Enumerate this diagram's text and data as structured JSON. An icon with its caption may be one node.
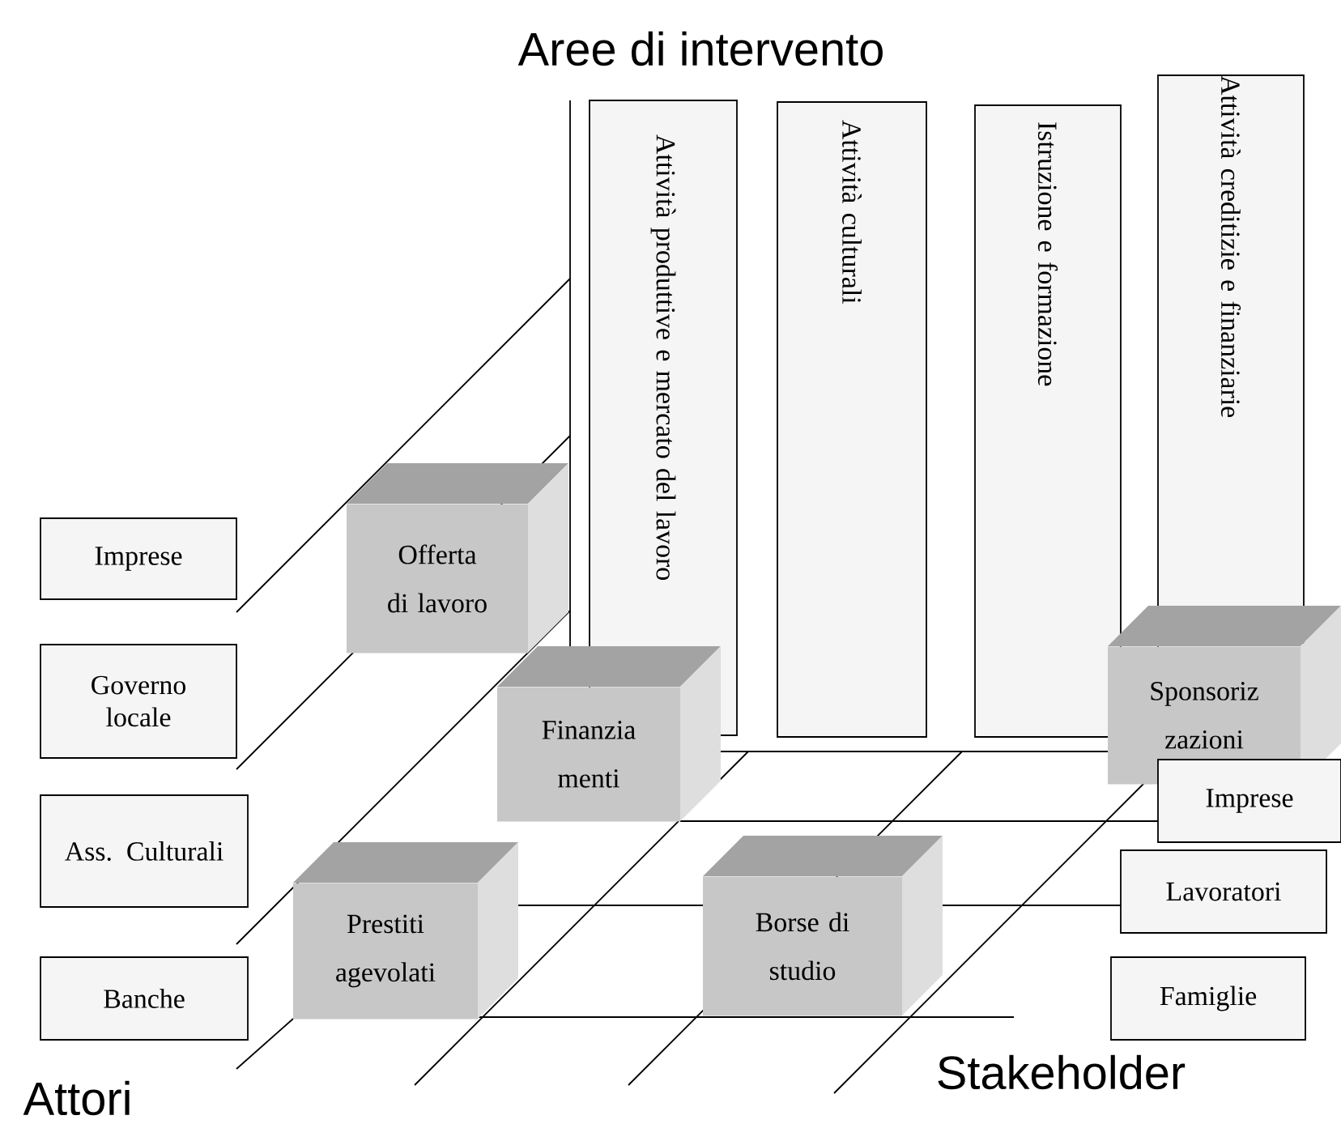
{
  "diagram": {
    "title": "Aree di intervento",
    "nodes": [
      {
        "text": [
          "Attività produttive e mercato del lavoro"
        ]
      },
      {
        "text": [
          "Attività culturali"
        ]
      },
      {
        "text": [
          "Istruzione e formazione"
        ]
      },
      {
        "text": [
          "Attività creditizie e finanziarie"
        ]
      },
      {
        "text": [
          "Imprese"
        ]
      },
      {
        "text": [
          "Governo locale"
        ]
      },
      {
        "text": [
          "Ass. Culturali"
        ]
      },
      {
        "text": [
          "Banche"
        ]
      },
      {
        "text": [
          "Offerta di lavoro"
        ]
      },
      {
        "text": [
          "Finanzia menti"
        ]
      },
      {
        "text": [
          "Sponsoriz zazioni"
        ]
      },
      {
        "text": [
          "Prestiti agevolati"
        ]
      },
      {
        "text": [
          "Borse di studio"
        ]
      },
      {
        "text": [
          "Imprese"
        ]
      },
      {
        "text": [
          "Lavoratori"
        ]
      },
      {
        "text": [
          "Famiglie"
        ]
      }
    ],
    "labels": [
      "Attori",
      "Stakeholder"
    ]
  }
}
